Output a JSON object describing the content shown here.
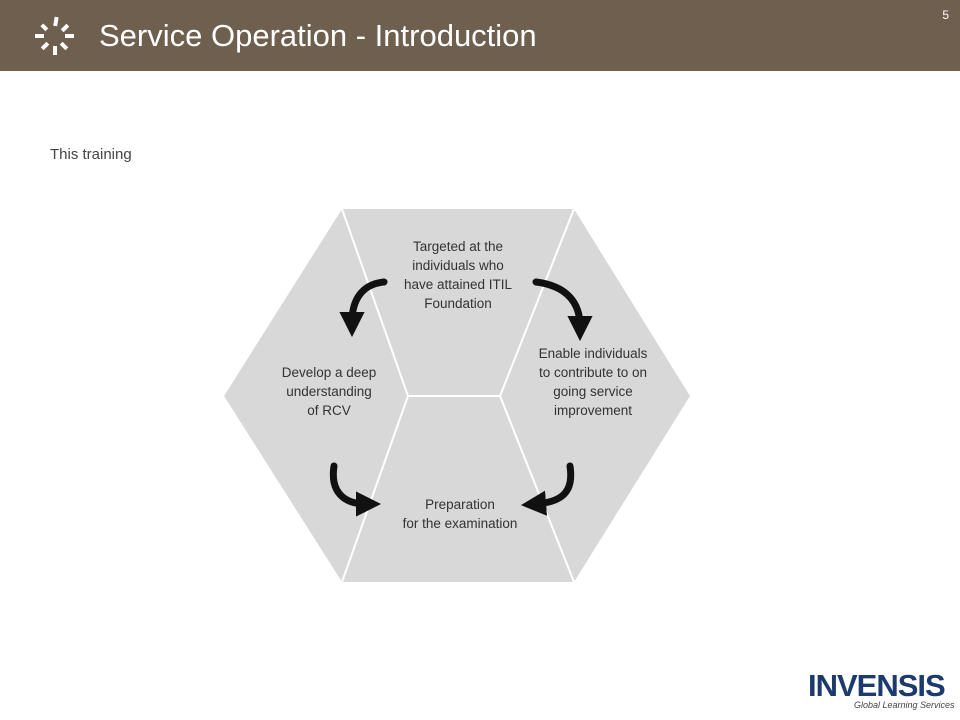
{
  "header": {
    "title": "Service Operation - Introduction",
    "page_number": "5"
  },
  "intro": {
    "text": "This training"
  },
  "diagram": {
    "segments": {
      "top": [
        "Targeted at the",
        "individuals who",
        "have attained ITIL",
        "Foundation"
      ],
      "left": [
        "Develop a deep",
        "understanding",
        "of RCV"
      ],
      "right": [
        "Enable individuals",
        "to contribute to on",
        "going service",
        "improvement"
      ],
      "bottom": [
        "Preparation",
        "for the examination"
      ]
    },
    "colors": {
      "fill": "#d8d8d8",
      "divider": "#ffffff",
      "arrow": "#111111"
    }
  },
  "brand": {
    "name": "INVENSIS",
    "tagline": "Global Learning Services"
  },
  "colors": {
    "header_bg": "#6e5f4e",
    "brand_blue": "#1c3a6e"
  }
}
